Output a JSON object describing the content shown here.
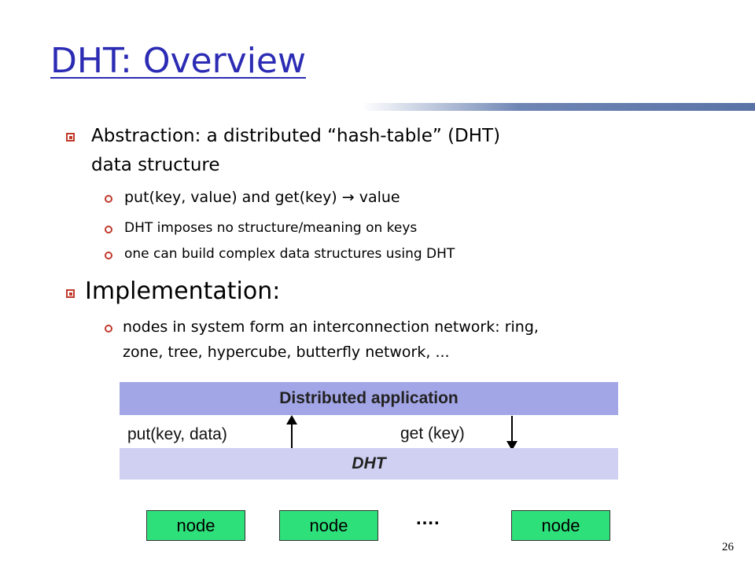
{
  "slide": {
    "title": "DHT: Overview",
    "page_number": "26"
  },
  "bullets": {
    "abstraction_line1": "Abstraction: a distributed “hash-table” (DHT)",
    "abstraction_line2": "data structure",
    "sub1": "put(key, value) and get(key) → value",
    "sub2": "DHT imposes no structure/meaning on keys",
    "sub3": "one can build complex data structures using DHT",
    "implementation": "Implementation:",
    "sub4_line1": "nodes in system form an interconnection network: ring,",
    "sub4_line2": "zone, tree, hypercube, butterfly network, ..."
  },
  "diagram": {
    "app_label": "Distributed application",
    "put_label": "put(key, data)",
    "get_label": "get (key)",
    "dht_label": "DHT",
    "nodes": [
      "node",
      "node",
      "node"
    ],
    "ellipsis": "…."
  },
  "colors": {
    "title": "#2b2bb4",
    "bullet": "#c0392b",
    "app_band": "#a3a6e6",
    "dht_band": "#cfd0f2",
    "node": "#2ee07a"
  }
}
